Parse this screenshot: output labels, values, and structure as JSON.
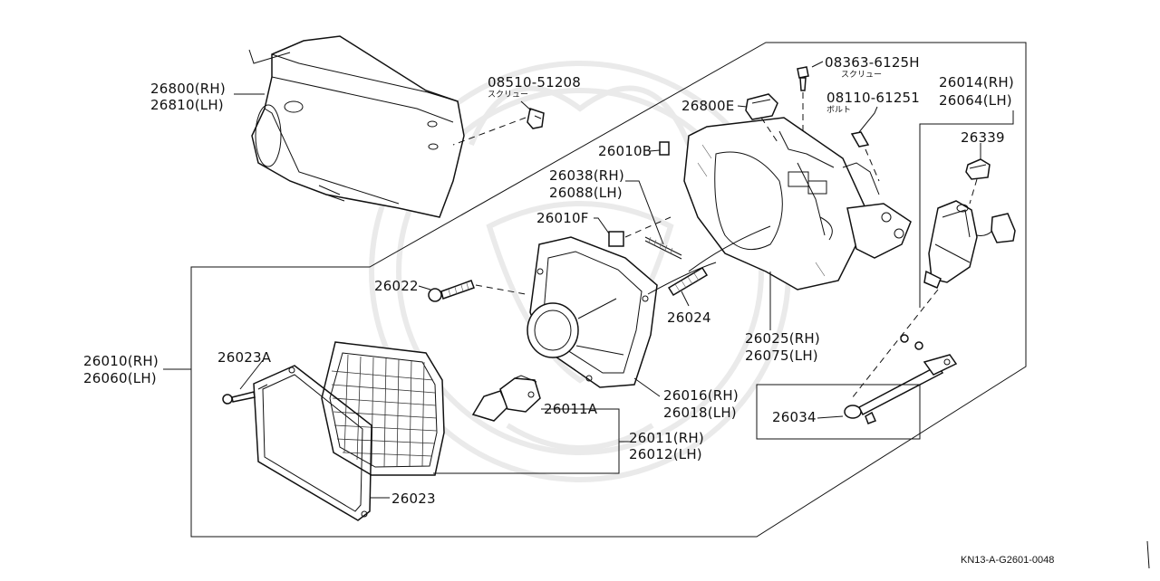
{
  "diagram": {
    "labels": {
      "l26800": "26800(RH)",
      "l26810": "26810(LH)",
      "l08510": "08510-51208",
      "s08510": "スクリュー",
      "l08363": "08363-6125H",
      "s08363": "スクリュー",
      "l26800e": "26800E",
      "l08110": "08110-61251",
      "s08110": "ボルト",
      "l26014": "26014(RH)",
      "l26064": "26064(LH)",
      "l26339": "26339",
      "l26010b": "26010B",
      "l26038": "26038(RH)",
      "l26088": "26088(LH)",
      "l26010f": "26010F",
      "l26022": "26022",
      "l26024": "26024",
      "l26025": "26025(RH)",
      "l26075": "26075(LH)",
      "l26010": "26010(RH)",
      "l26060": "26060(LH)",
      "l26023a": "26023A",
      "l26016": "26016(RH)",
      "l26018": "26018(LH)",
      "l26011a": "26011A",
      "l26011": "26011(RH)",
      "l26012": "26012(LH)",
      "l26034": "26034",
      "l26023": "26023"
    },
    "diagram_code": "KN13-A-G2601-0048"
  }
}
